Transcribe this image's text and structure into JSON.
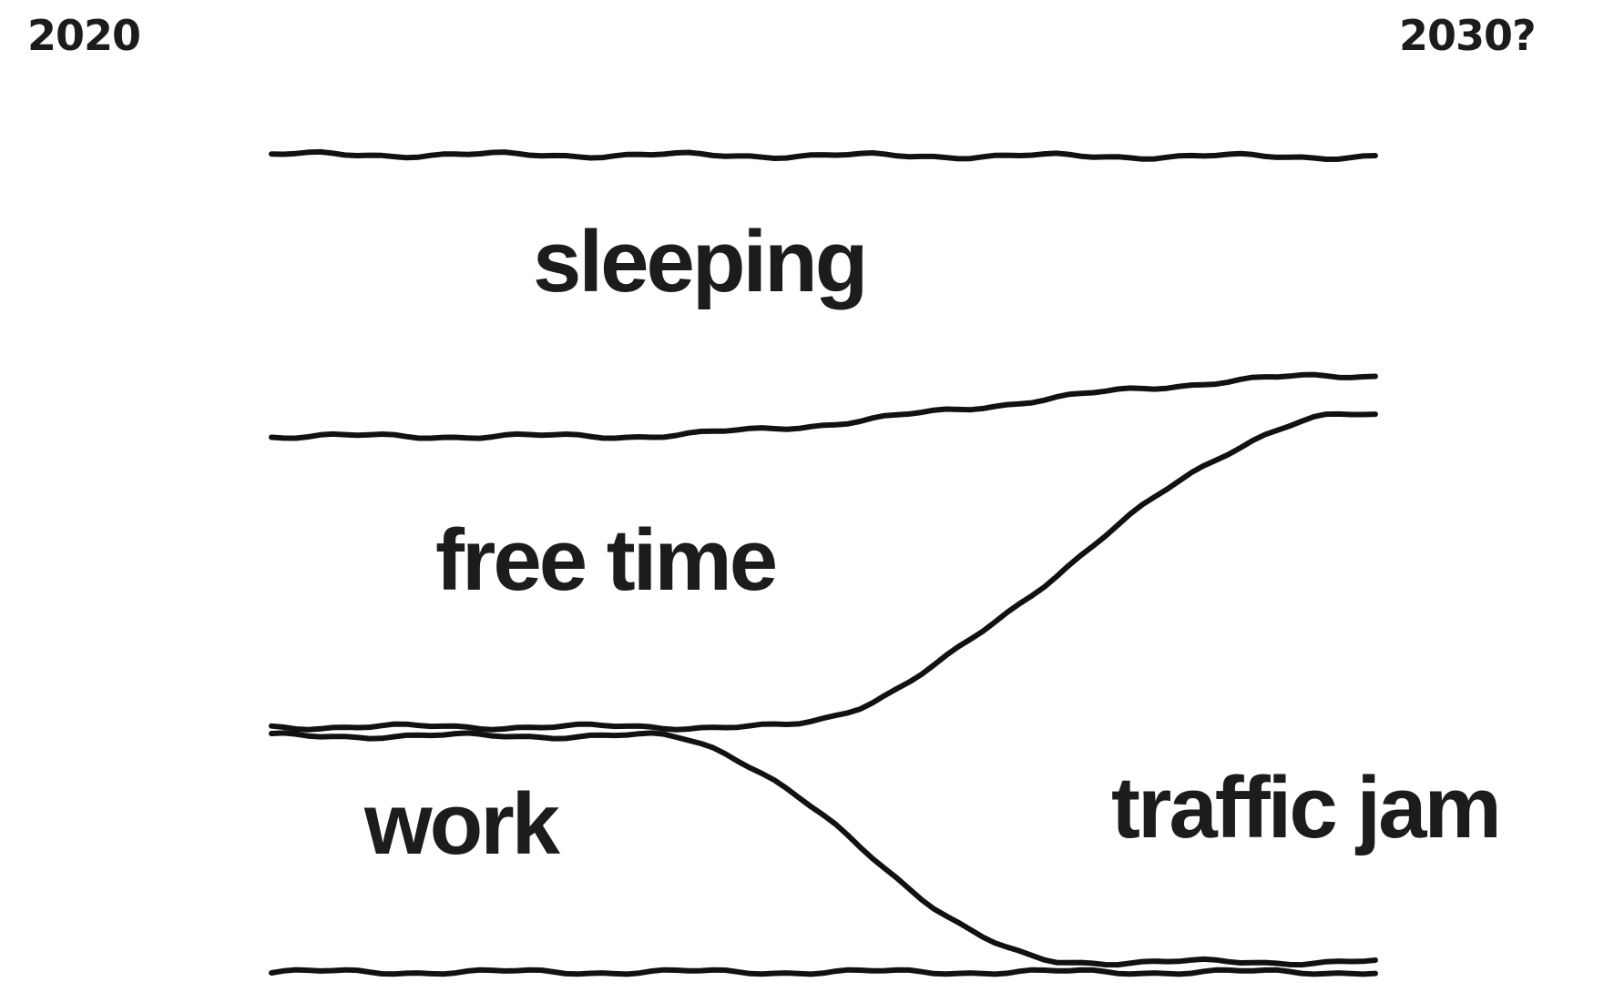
{
  "chart_data": {
    "type": "area",
    "x_labels": [
      "2020",
      "2030?"
    ],
    "series": [
      {
        "name": "work",
        "start": 26,
        "end": 1
      },
      {
        "name": "traffic jam",
        "start": 1,
        "end": 55
      },
      {
        "name": "free time",
        "start": 32,
        "end": 4
      },
      {
        "name": "sleeping",
        "start": 31,
        "end": 22
      }
    ],
    "stack_order": [
      "work",
      "traffic jam",
      "free time",
      "sleeping"
    ],
    "line_color": "#111111",
    "text_color": "#1c1c1c",
    "grid": false,
    "legend": "none"
  }
}
